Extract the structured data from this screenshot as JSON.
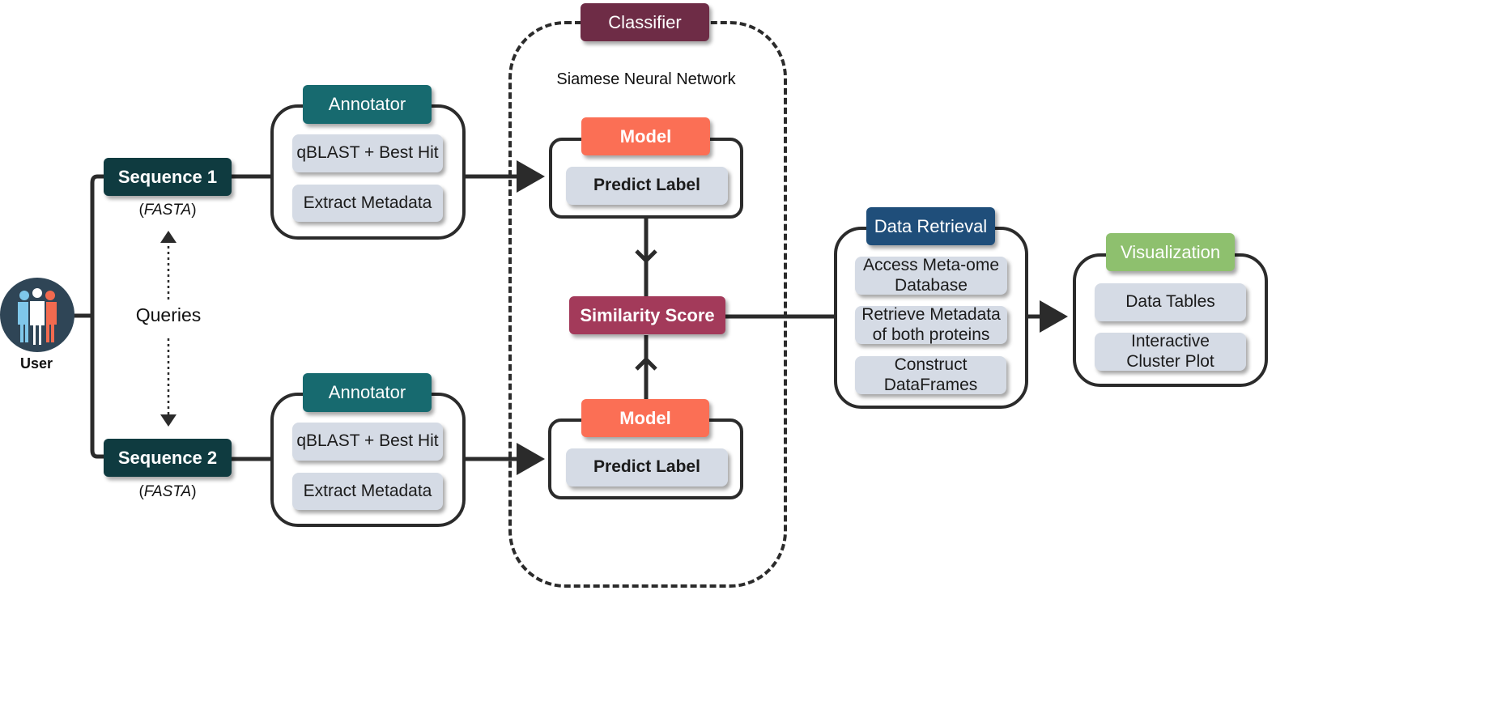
{
  "user": {
    "label": "User"
  },
  "queries": {
    "label": "Queries"
  },
  "sequences": [
    {
      "label": "Sequence 1",
      "format_prefix": "(",
      "format": "FASTA",
      "format_suffix": ")"
    },
    {
      "label": "Sequence 2",
      "format_prefix": "(",
      "format": "FASTA",
      "format_suffix": ")"
    }
  ],
  "annotators": [
    {
      "title": "Annotator",
      "items": [
        "qBLAST + Best Hit",
        "Extract Metadata"
      ]
    },
    {
      "title": "Annotator",
      "items": [
        "qBLAST + Best Hit",
        "Extract Metadata"
      ]
    }
  ],
  "classifier": {
    "title": "Classifier",
    "subtitle": "Siamese Neural Network",
    "models": [
      {
        "title": "Model",
        "item": "Predict Label"
      },
      {
        "title": "Model",
        "item": "Predict Label"
      }
    ],
    "similarity": "Similarity Score"
  },
  "retrieval": {
    "title": "Data Retrieval",
    "items": [
      [
        "Access Meta-ome",
        "Database"
      ],
      [
        "Retrieve Metadata",
        "of both proteins"
      ],
      [
        "Construct",
        "DataFrames"
      ]
    ]
  },
  "visualization": {
    "title": "Visualization",
    "items": [
      [
        "Data Tables"
      ],
      [
        "Interactive",
        "Cluster Plot"
      ]
    ]
  },
  "colors": {
    "sequence": "#0f3b40",
    "annotator": "#176a6f",
    "classifier": "#6e2c46",
    "model": "#fb6f55",
    "similarity": "#a33a5a",
    "retrieval": "#1f4e7a",
    "visualization": "#8ec06e",
    "item_fill": "#d5dbe5",
    "line": "#2b2b2b"
  },
  "icons": {
    "user": "users-group-icon"
  }
}
